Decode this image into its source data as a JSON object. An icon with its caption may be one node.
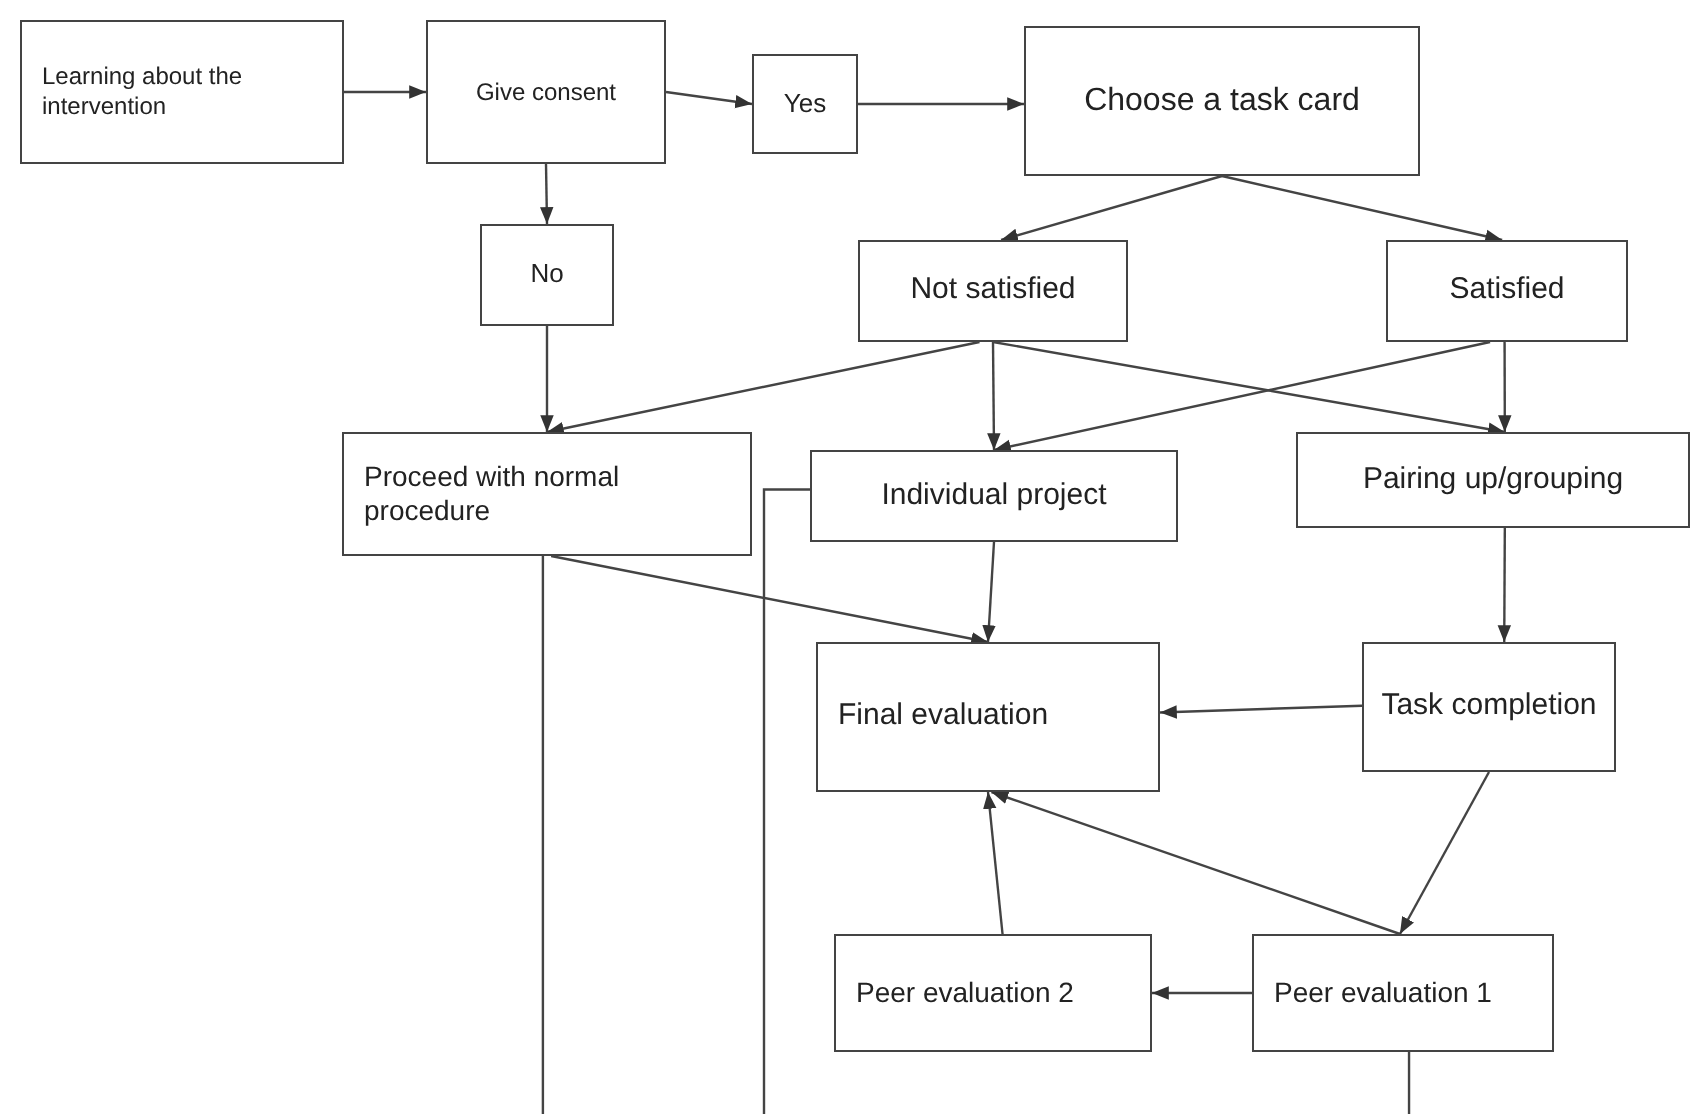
{
  "diagram": {
    "nodes": [
      {
        "text": [
          "Learning about the intervention"
        ]
      },
      {
        "text": [
          "Give consent"
        ]
      },
      {
        "text": [
          "Yes"
        ]
      },
      {
        "text": [
          "Choose a task card"
        ]
      },
      {
        "text": [
          "No"
        ]
      },
      {
        "text": [
          "Not satisfied"
        ]
      },
      {
        "text": [
          "Satisfied"
        ]
      },
      {
        "text": [
          "Proceed with normal procedure"
        ]
      },
      {
        "text": [
          "Individual project"
        ]
      },
      {
        "text": [
          "Pairing up/grouping"
        ]
      },
      {
        "text": [
          "Final evaluation"
        ]
      },
      {
        "text": [
          "Task completion"
        ]
      },
      {
        "text": [
          "Peer evaluation 2"
        ]
      },
      {
        "text": [
          "Peer evaluation 1"
        ]
      }
    ],
    "edges": [
      {
        "from": 0,
        "to": 1,
        "arrow": "to"
      },
      {
        "from": 1,
        "to": 2,
        "arrow": "to"
      },
      {
        "from": 2,
        "to": 3,
        "arrow": "to"
      },
      {
        "from": 1,
        "to": 4,
        "arrow": "to"
      },
      {
        "from": 4,
        "to": 7,
        "arrow": "to"
      },
      {
        "from": 3,
        "to": 5,
        "arrow": "to"
      },
      {
        "from": 3,
        "to": 6,
        "arrow": "to"
      },
      {
        "from": 5,
        "to": 7,
        "arrow": "to"
      },
      {
        "from": 5,
        "to": 8,
        "arrow": "to"
      },
      {
        "from": 5,
        "to": 9,
        "arrow": "to"
      },
      {
        "from": 6,
        "to": 8,
        "arrow": "to"
      },
      {
        "from": 6,
        "to": 9,
        "arrow": "to"
      },
      {
        "from": 7,
        "to": 10,
        "arrow": "to"
      },
      {
        "from": 8,
        "to": 10,
        "arrow": "to"
      },
      {
        "from": 9,
        "to": 11,
        "arrow": "to"
      },
      {
        "from": 11,
        "to": 10,
        "arrow": "to"
      },
      {
        "from": 11,
        "to": 13,
        "arrow": "to"
      },
      {
        "from": 13,
        "to": 10,
        "arrow": "to"
      },
      {
        "from": 12,
        "to": 10,
        "arrow": "to"
      },
      {
        "from": 13,
        "to": 12,
        "arrow": "to"
      },
      {
        "from": 7,
        "to": null,
        "arrow": "none"
      },
      {
        "from": 8,
        "to": null,
        "arrow": "none"
      },
      {
        "from": 13,
        "to": null,
        "arrow": "none"
      }
    ]
  }
}
